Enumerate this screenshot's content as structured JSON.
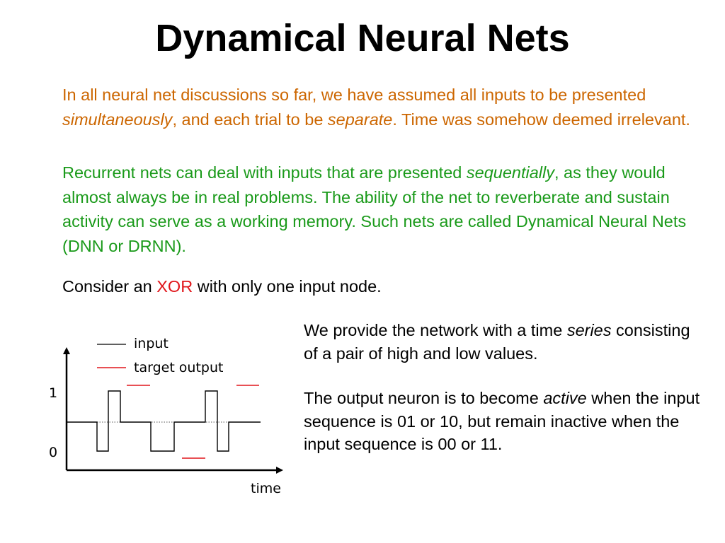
{
  "title": "Dynamical Neural Nets",
  "paragraph1": {
    "t1": "In all neural net discussions so far, we have assumed all inputs to be presented ",
    "em1": "simultaneously",
    "t2": ", and each trial to be ",
    "em2": "separate",
    "t3": ". Time was somehow deemed irrelevant."
  },
  "paragraph2": {
    "t1": "Recurrent nets can deal with inputs that are presented ",
    "em1": "sequentially",
    "t2": ", as they would almost always be in real problems. The ability of the net to reverberate and sustain activity can serve as a working memory. Such nets are called Dynamical Neural Nets (DNN or DRNN)."
  },
  "paragraph3": {
    "t1": "Consider an ",
    "highlight": "XOR",
    "t2": " with only one input node."
  },
  "right_paragraph1": {
    "t1": "We provide the network with a time ",
    "em1": "series",
    "t2": " consisting of a pair of high and low values."
  },
  "right_paragraph2": {
    "t1": "The output neuron is to become ",
    "em1": "active",
    "t2": " when the input sequence is 01 or 10, but remain inactive when the input sequence is 00 or 11."
  },
  "diagram": {
    "legend_input": "input",
    "legend_target": "target output",
    "y_high_label": "1",
    "y_low_label": "0",
    "x_axis_label": "time",
    "colors": {
      "input_line": "#000000",
      "target_line": "#e0161b",
      "baseline": "#555555"
    }
  }
}
